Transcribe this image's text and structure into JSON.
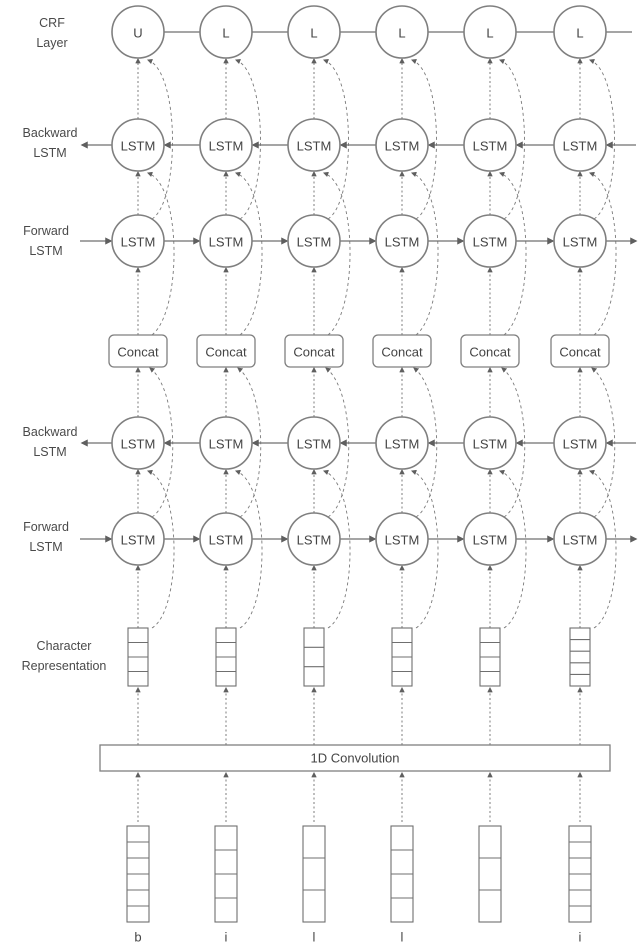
{
  "row_labels": {
    "crf": [
      "CRF",
      "Layer"
    ],
    "backward_upper": [
      "Backward",
      "LSTM"
    ],
    "forward_upper": [
      "Forward",
      "LSTM"
    ],
    "backward_lower": [
      "Backward",
      "LSTM"
    ],
    "forward_lower": [
      "Forward",
      "LSTM"
    ],
    "char_rep": [
      "Character",
      "Representation"
    ]
  },
  "crf_tags": [
    "U",
    "L",
    "L",
    "L",
    "L",
    "L"
  ],
  "lstm_label": "LSTM",
  "concat_label": "Concat",
  "conv_label": "1D Convolution",
  "characters": [
    "b",
    "i",
    "l",
    "l",
    "",
    "i"
  ]
}
